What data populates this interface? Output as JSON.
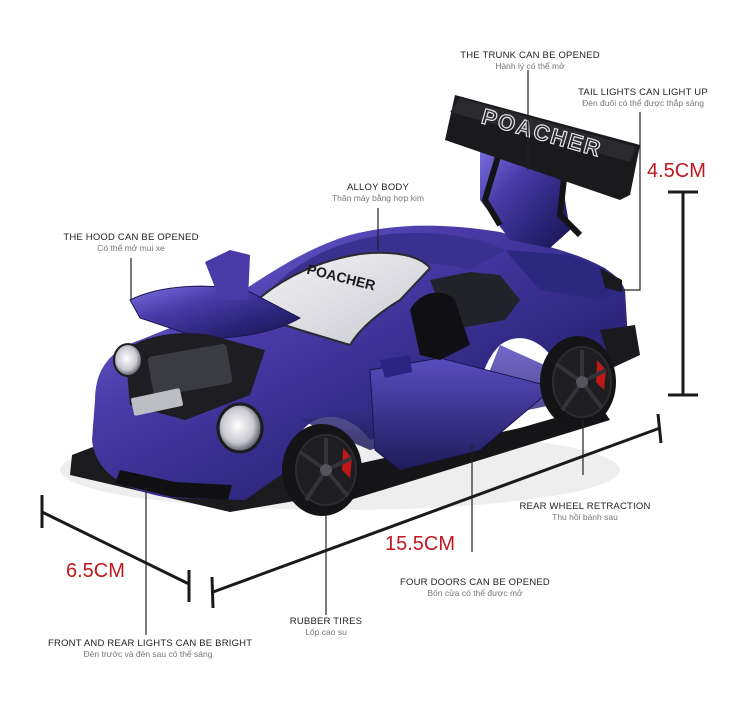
{
  "car": {
    "brand_text": "POACHER",
    "spoiler_text": "POACHER",
    "windshield_text": "POACHER",
    "colors": {
      "body_dark": "#1f1b5a",
      "body_mid": "#4a3aa8",
      "body_light": "#6b5fd0",
      "wheel": "#151515",
      "caliper": "#c01818"
    }
  },
  "labels": {
    "trunk": {
      "en": "THE TRUNK CAN BE OPENED",
      "vi": "Hành lý có thể mở"
    },
    "tail_lights": {
      "en": "TAIL LIGHTS CAN LIGHT UP",
      "vi": "Đèn đuôi có thể được thắp sáng"
    },
    "alloy": {
      "en": "ALLOY BODY",
      "vi": "Thân máy bằng hợp kim"
    },
    "hood": {
      "en": "THE HOOD CAN BE OPENED",
      "vi": "Có thể mở mui xe"
    },
    "rear_wheel": {
      "en": "REAR WHEEL RETRACTION",
      "vi": "Thu hồi bánh sau"
    },
    "doors": {
      "en": "FOUR DOORS CAN BE OPENED",
      "vi": "Bốn cửa có thể được mở"
    },
    "tires": {
      "en": "RUBBER TIRES",
      "vi": "Lốp cao su"
    },
    "lights": {
      "en": "FRONT AND REAR LIGHTS CAN BE BRIGHT",
      "vi": "Đèn trước và đèn sau có thể sáng"
    }
  },
  "dimensions": {
    "height": "4.5CM",
    "length": "15.5CM",
    "width": "6.5CM",
    "color": "#c0181f"
  }
}
